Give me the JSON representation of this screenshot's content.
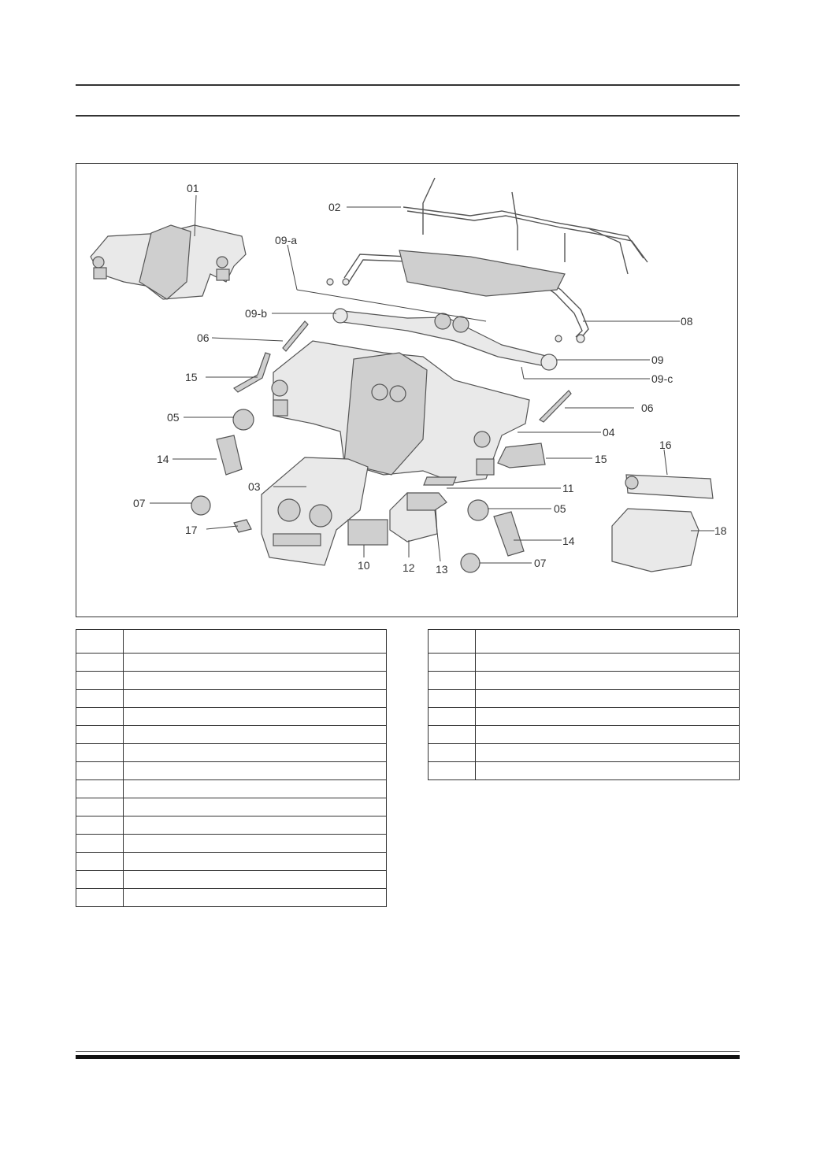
{
  "figure": {
    "callouts": [
      {
        "id": "c01",
        "text": "01"
      },
      {
        "id": "c02",
        "text": "02"
      },
      {
        "id": "c09a",
        "text": "09-a"
      },
      {
        "id": "c08",
        "text": "08"
      },
      {
        "id": "c09b",
        "text": "09-b"
      },
      {
        "id": "c06a",
        "text": "06"
      },
      {
        "id": "c09",
        "text": "09"
      },
      {
        "id": "c15a",
        "text": "15"
      },
      {
        "id": "c09c",
        "text": "09-c"
      },
      {
        "id": "c06b",
        "text": "06"
      },
      {
        "id": "c05a",
        "text": "05"
      },
      {
        "id": "c04",
        "text": "04"
      },
      {
        "id": "c16",
        "text": "16"
      },
      {
        "id": "c14a",
        "text": "14"
      },
      {
        "id": "c15b",
        "text": "15"
      },
      {
        "id": "c03",
        "text": "03"
      },
      {
        "id": "c11",
        "text": "11"
      },
      {
        "id": "c07a",
        "text": "07"
      },
      {
        "id": "c05b",
        "text": "05"
      },
      {
        "id": "c18",
        "text": "18"
      },
      {
        "id": "c17",
        "text": "17"
      },
      {
        "id": "c14b",
        "text": "14"
      },
      {
        "id": "c10",
        "text": "10"
      },
      {
        "id": "c12",
        "text": "12"
      },
      {
        "id": "c13",
        "text": "13"
      },
      {
        "id": "c07b",
        "text": "07"
      }
    ]
  },
  "tables": {
    "left": {
      "rows": 15
    },
    "right": {
      "rows": 8
    }
  }
}
